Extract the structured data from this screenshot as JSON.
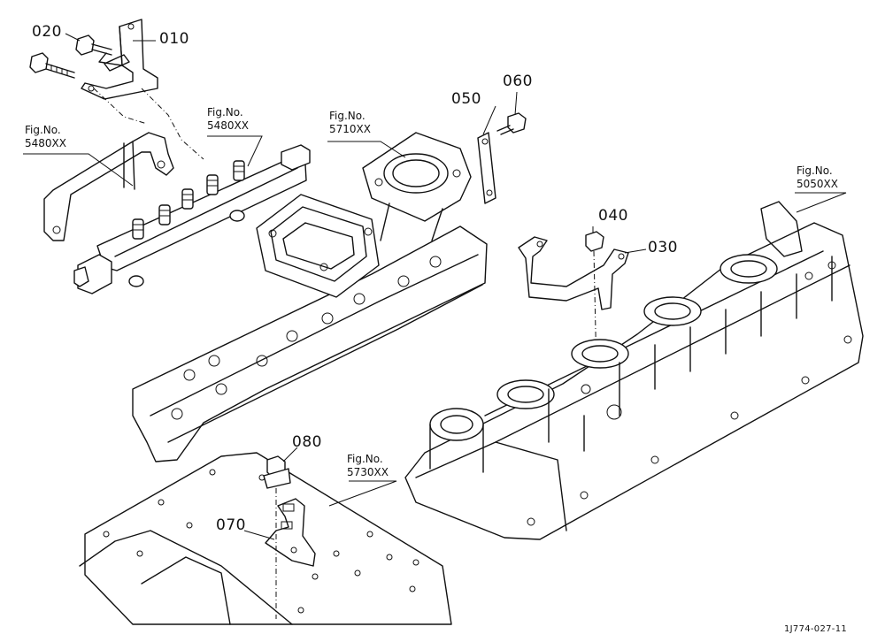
{
  "parts": [
    {
      "id": "p010",
      "label": "010"
    },
    {
      "id": "p020",
      "label": "020"
    },
    {
      "id": "p030",
      "label": "030"
    },
    {
      "id": "p040",
      "label": "040"
    },
    {
      "id": "p050",
      "label": "050"
    },
    {
      "id": "p060",
      "label": "060"
    },
    {
      "id": "p070",
      "label": "070"
    },
    {
      "id": "p080",
      "label": "080"
    }
  ],
  "figure_refs": [
    {
      "id": "fig-5480-left",
      "title": "Fig.No.",
      "code": "5480XX"
    },
    {
      "id": "fig-5480-mid",
      "title": "Fig.No.",
      "code": "5480XX"
    },
    {
      "id": "fig-5710",
      "title": "Fig.No.",
      "code": "5710XX"
    },
    {
      "id": "fig-5050",
      "title": "Fig.No.",
      "code": "5050XX"
    },
    {
      "id": "fig-5730",
      "title": "Fig.No.",
      "code": "5730XX"
    }
  ],
  "drawing_code": "1J774-027-11"
}
